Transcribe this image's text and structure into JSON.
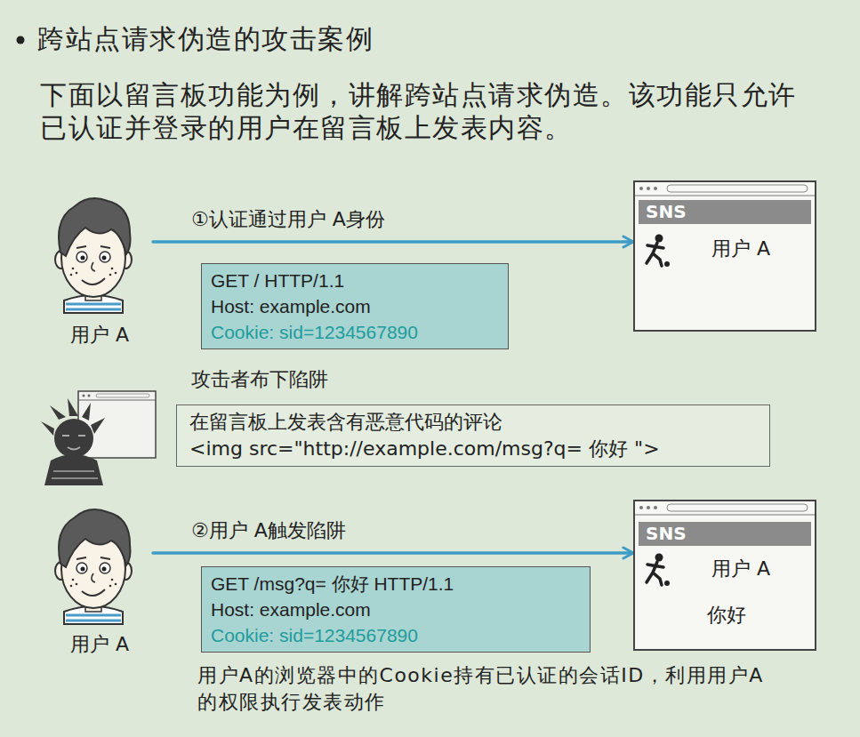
{
  "diagram": {
    "title": "跨站点请求伪造的攻击案例",
    "nodes": [
      {
        "text": [
          "用户 A"
        ]
      },
      {
        "text": [
          "GET / HTTP/1.1",
          "Host: example.com",
          "Cookie: sid=1234567890"
        ]
      },
      {
        "text": [
          "SNS",
          "用户 A"
        ]
      },
      {
        "text": [
          "在留言板上发表含有恶意代码的评论",
          "<img src=\"http://example.com/msg?q= 你好 \">"
        ]
      },
      {
        "text": [
          "用户 A"
        ]
      },
      {
        "text": [
          "GET /msg?q= 你好 HTTP/1.1",
          "Host: example.com",
          "Cookie: sid=1234567890"
        ]
      },
      {
        "text": [
          "SNS",
          "用户 A",
          "你好"
        ]
      }
    ],
    "edges": [
      {
        "from": 0,
        "to": 2,
        "label": "①认证通过用户 A身份",
        "arrow": "to"
      },
      {
        "from": 4,
        "to": 6,
        "label": "②用户 A触发陷阱",
        "arrow": "to"
      }
    ],
    "labels": [
      "下面以留言板功能为例，讲解跨站点请求伪造。该功能只允许已认证并登录的用户在留言板上发表内容。",
      "攻击者布下陷阱",
      "用户A的浏览器中的Cookie持有已认证的会话ID，利用用户A的权限执行发表动作"
    ]
  }
}
